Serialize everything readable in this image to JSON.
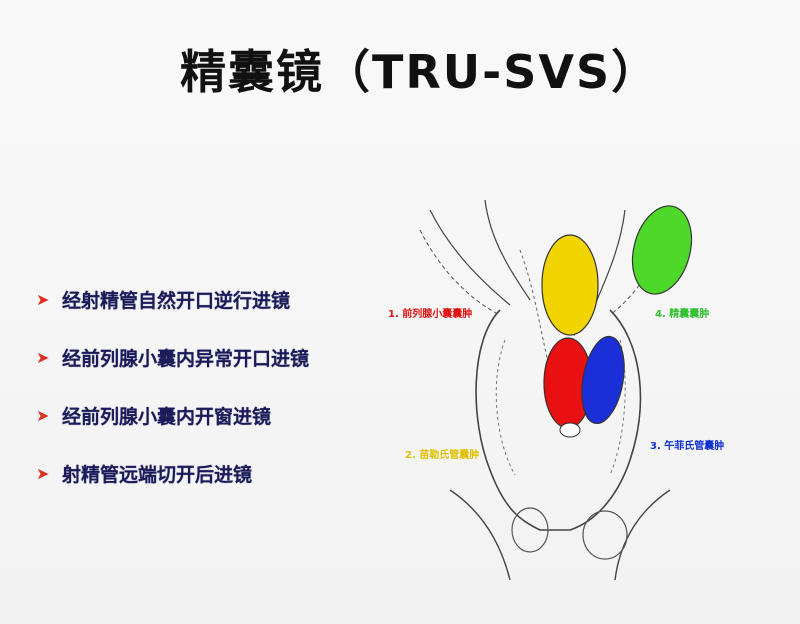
{
  "title": "精囊镜（TRU-SVS）",
  "bullets": [
    "经射精管自然开口逆行进镜",
    "经前列腺小囊内异常开口进镜",
    "经前列腺小囊内开窗进镜",
    "射精管远端切开后进镜"
  ],
  "bullet_icon": "arrow-right-icon",
  "diagram_labels": {
    "red": "1. 前列腺小囊囊肿",
    "green": "4. 精囊囊肿",
    "yellow": "2. 苗勒氏管囊肿",
    "blue": "3. 午菲氏管囊肿"
  },
  "colors": {
    "yellow": "#f2d500",
    "green": "#4ed82a",
    "red": "#e81010",
    "blue": "#1a2fd8",
    "bullet_arrow": "#e03020"
  }
}
